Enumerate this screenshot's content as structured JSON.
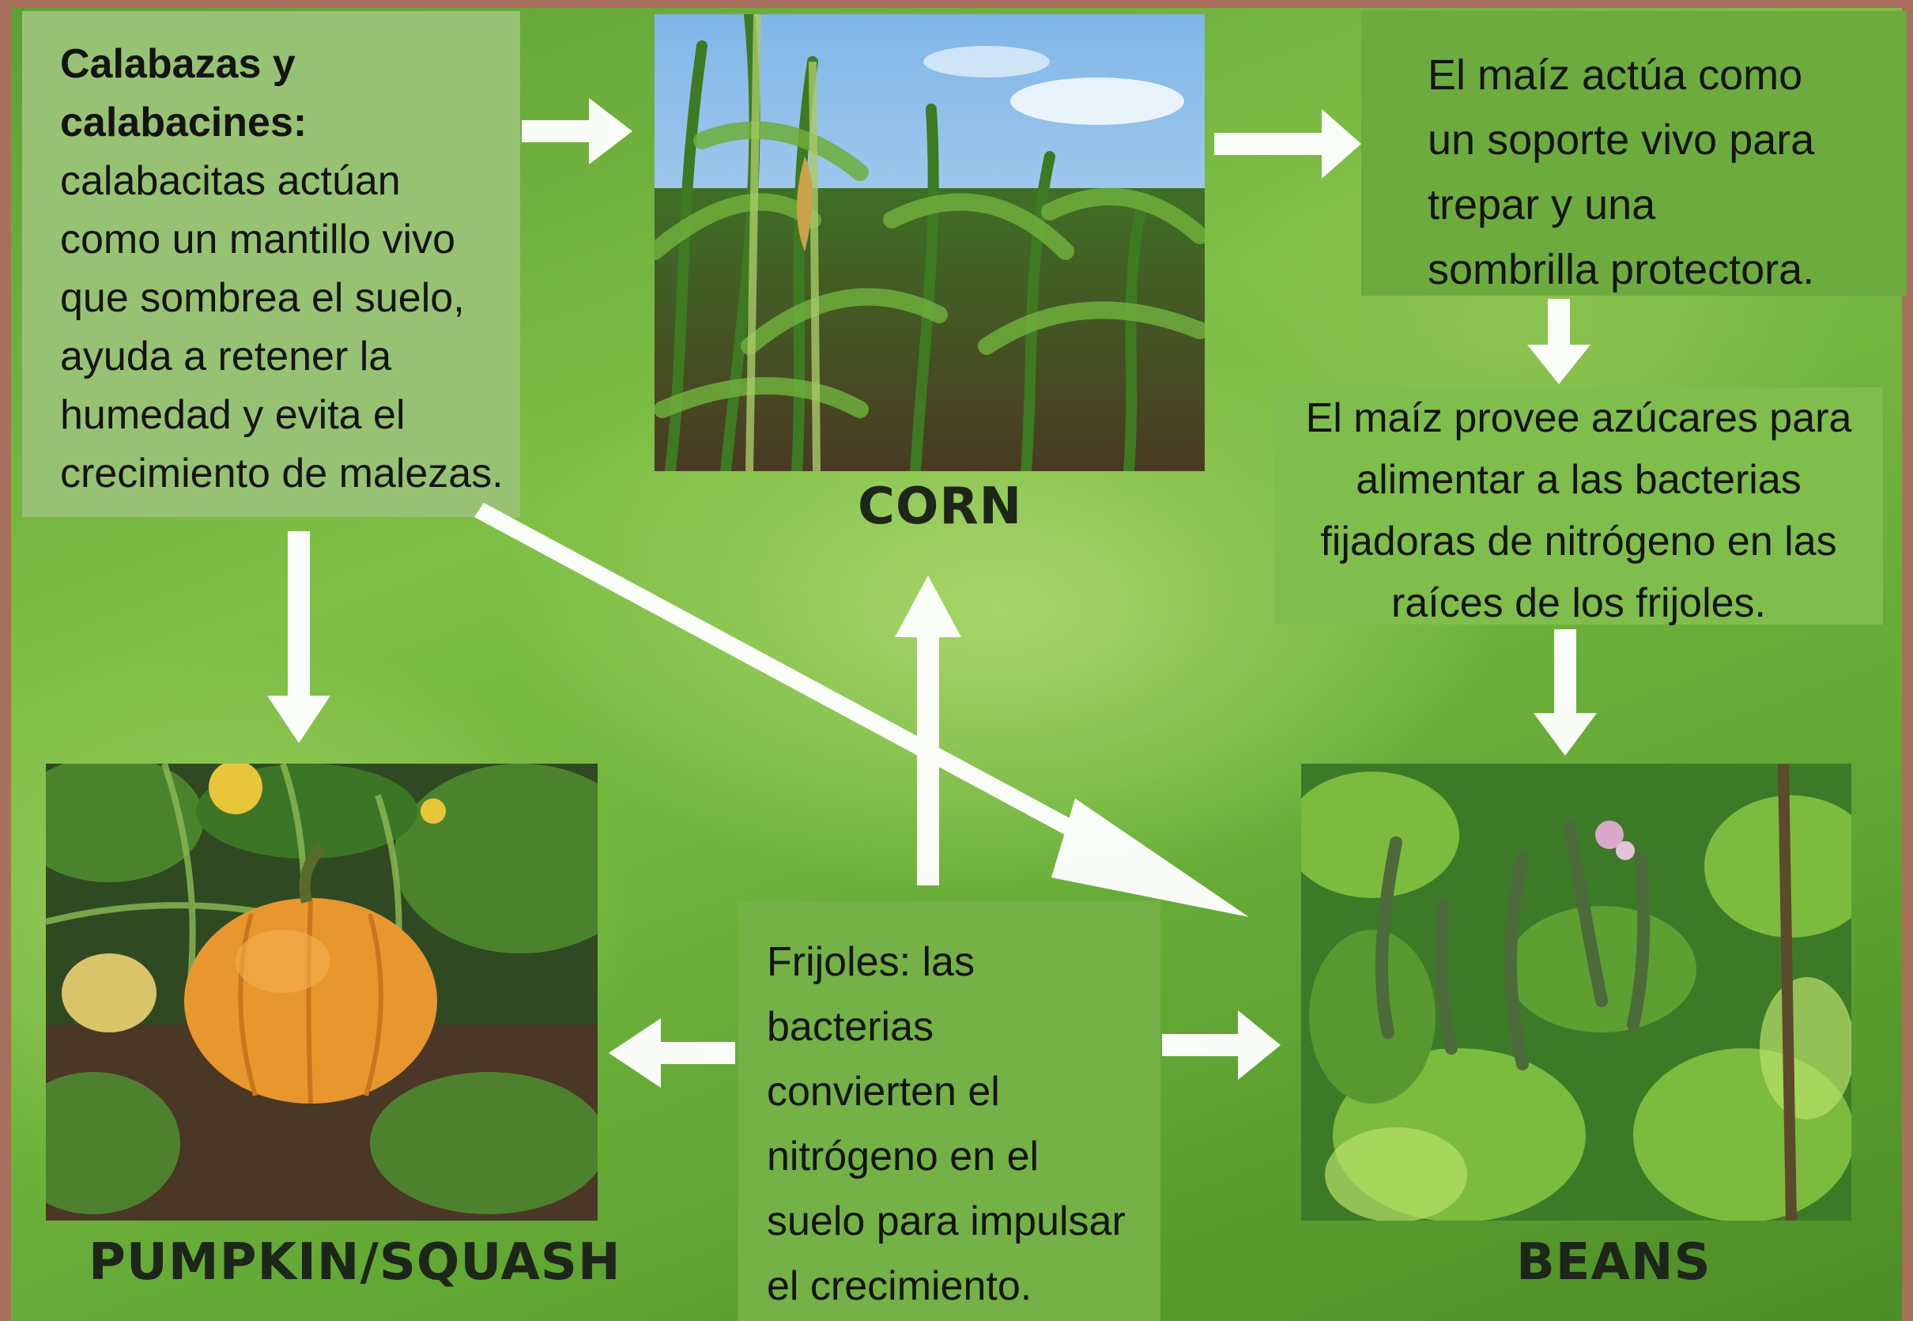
{
  "squash_box": {
    "title_line1": "Calabazas y",
    "title_line2": "calabacines:",
    "lines": [
      "calabacitas actúan",
      "como un mantillo vivo",
      "que sombrea el suelo,",
      "ayuda a retener la",
      "humedad y evita el",
      "crecimiento de malezas."
    ]
  },
  "corn_support_box": {
    "lines": [
      "El maíz actúa como",
      "un soporte vivo para",
      "trepar y una",
      "sombrilla protectora."
    ]
  },
  "corn_sugar_box": {
    "lines": [
      "El maíz provee azúcares para",
      "alimentar a las bacterias",
      "fijadoras de nitrógeno en las",
      "raíces de los frijoles."
    ]
  },
  "beans_box": {
    "lines": [
      "Frijoles: las",
      "bacterias",
      "convierten el",
      "nitrógeno en el",
      "suelo para impulsar",
      "el crecimiento."
    ]
  },
  "captions": {
    "corn": "CORN",
    "squash": "PUMPKIN/SQUASH",
    "beans": "BEANS"
  },
  "colors": {
    "frame": "#a86f5c",
    "arrow": "#ffffff",
    "pumpkin": "#e8962e"
  }
}
